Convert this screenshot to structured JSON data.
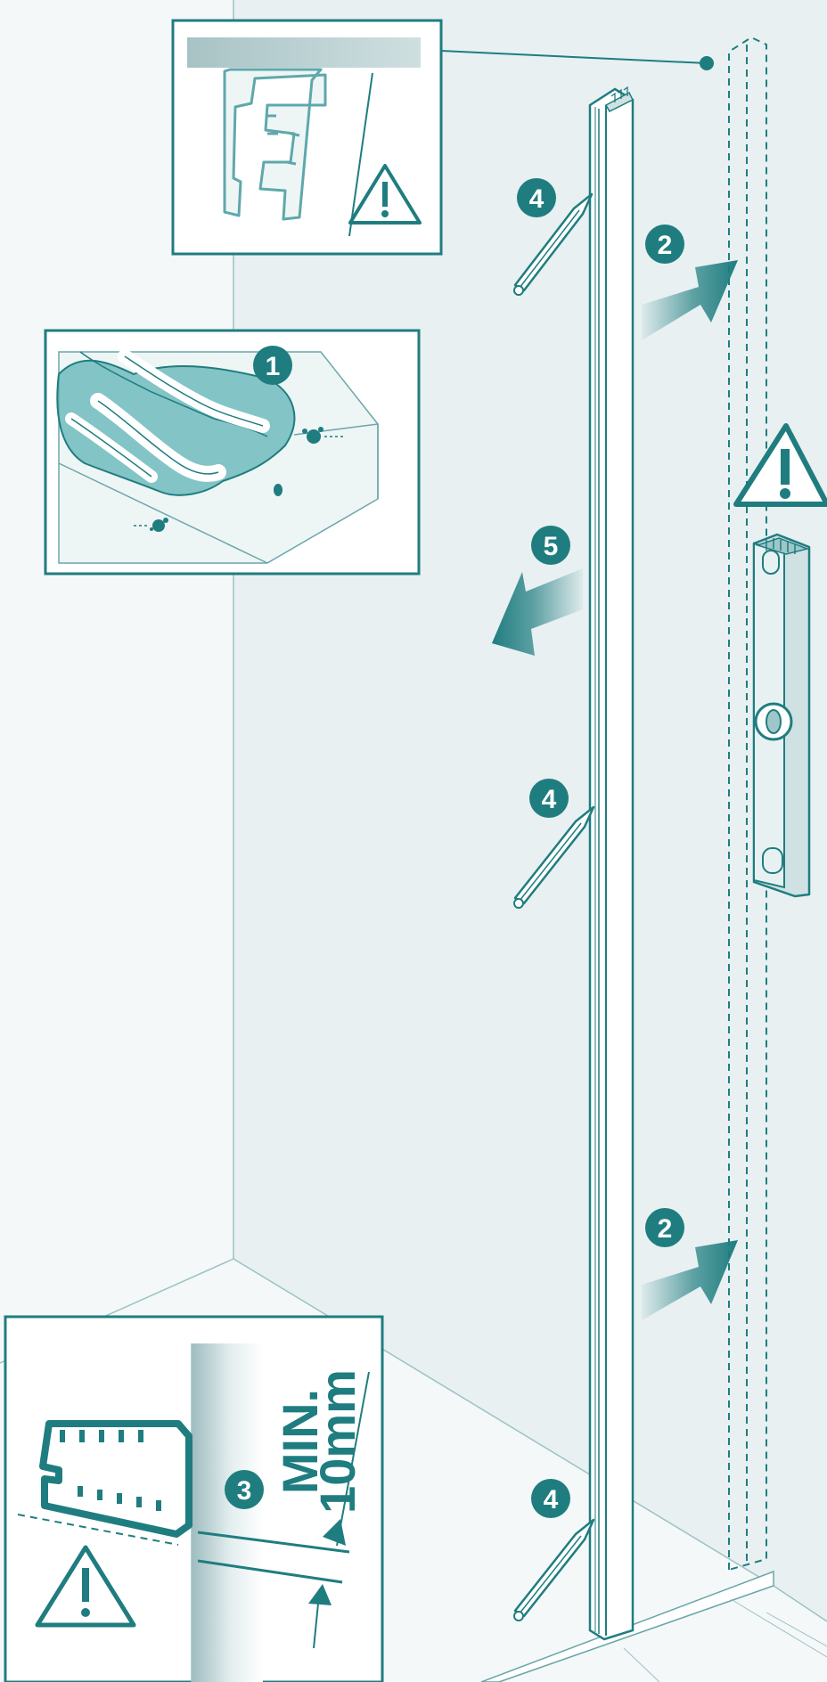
{
  "steps": {
    "step1": "1",
    "step2a": "2",
    "step2b": "2",
    "step3": "3",
    "step4a": "4",
    "step4b": "4",
    "step4c": "4",
    "step5": "5"
  },
  "detail3": {
    "min_label": "MIN.",
    "distance_label": "10mm"
  },
  "icons": {
    "warning": "warning-triangle-icon",
    "pencil": "pencil-icon",
    "arrow": "arrow-icon",
    "level": "spirit-level-icon",
    "hand_cloth": "hands-wiping-cloth-icon"
  },
  "colors": {
    "teal": "#1f7d80",
    "wall": "#e8f0f1",
    "left_wall": "#f4f8f9",
    "profile_fill": "#ffffff"
  }
}
